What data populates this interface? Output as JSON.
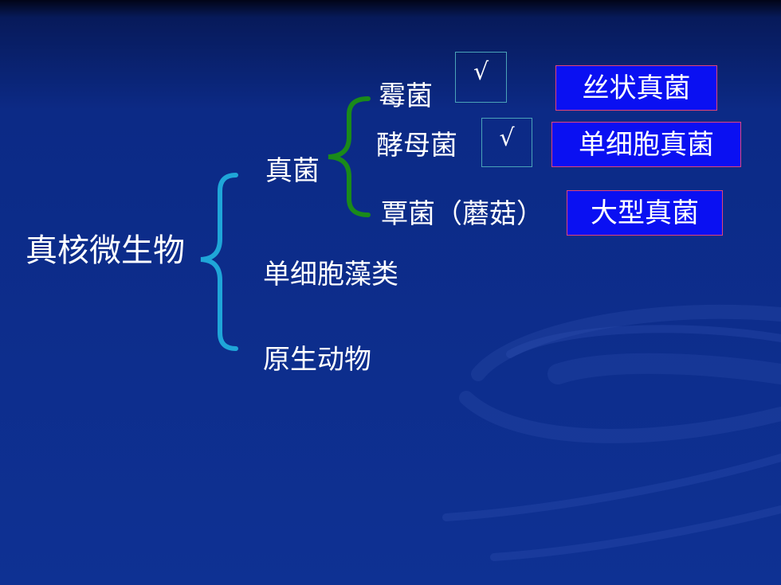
{
  "root": {
    "label": "真核微生物"
  },
  "branches": [
    {
      "label": "真菌"
    },
    {
      "label": "单细胞藻类"
    },
    {
      "label": "原生动物"
    }
  ],
  "fungi": [
    {
      "label": "霉菌",
      "check": "√",
      "tag": "丝状真菌"
    },
    {
      "label": "酵母菌",
      "check": "√",
      "tag": "单细胞真菌"
    },
    {
      "label": "覃菌（蘑菇）",
      "tag": "大型真菌"
    }
  ],
  "colors": {
    "background": "#0e3193",
    "main_brace": "#1fa6d8",
    "fungi_brace": "#1a8a1a",
    "tag_fill": "#0a10f2",
    "tag_border": "#e0447a",
    "check_border": "#4aa3b8"
  }
}
